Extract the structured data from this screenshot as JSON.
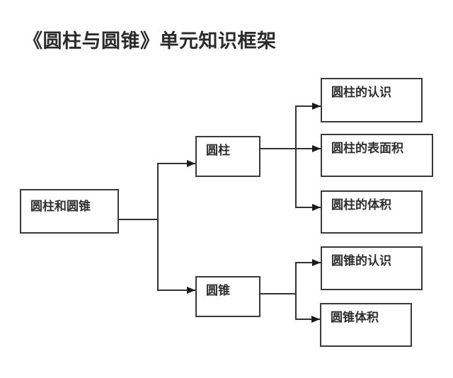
{
  "title": "《圆柱与圆锥》单元知识框架",
  "diagram": {
    "type": "tree-flowchart",
    "direction": "left-to-right",
    "root": {
      "label": "圆柱和圆锥"
    },
    "branches": [
      {
        "label": "圆柱",
        "children": [
          {
            "label": "圆柱的认识"
          },
          {
            "label": "圆柱的表面积"
          },
          {
            "label": "圆柱的体积"
          }
        ]
      },
      {
        "label": "圆锥",
        "children": [
          {
            "label": "圆锥的认识"
          },
          {
            "label": "圆锥体积"
          }
        ]
      }
    ],
    "colors": {
      "background": "#ffffff",
      "box_border": "#3a3a3a",
      "line": "#333333",
      "arrowhead": "#1a1a1a",
      "text": "#2f2f2f",
      "title_text": "#2b2b2b"
    }
  }
}
